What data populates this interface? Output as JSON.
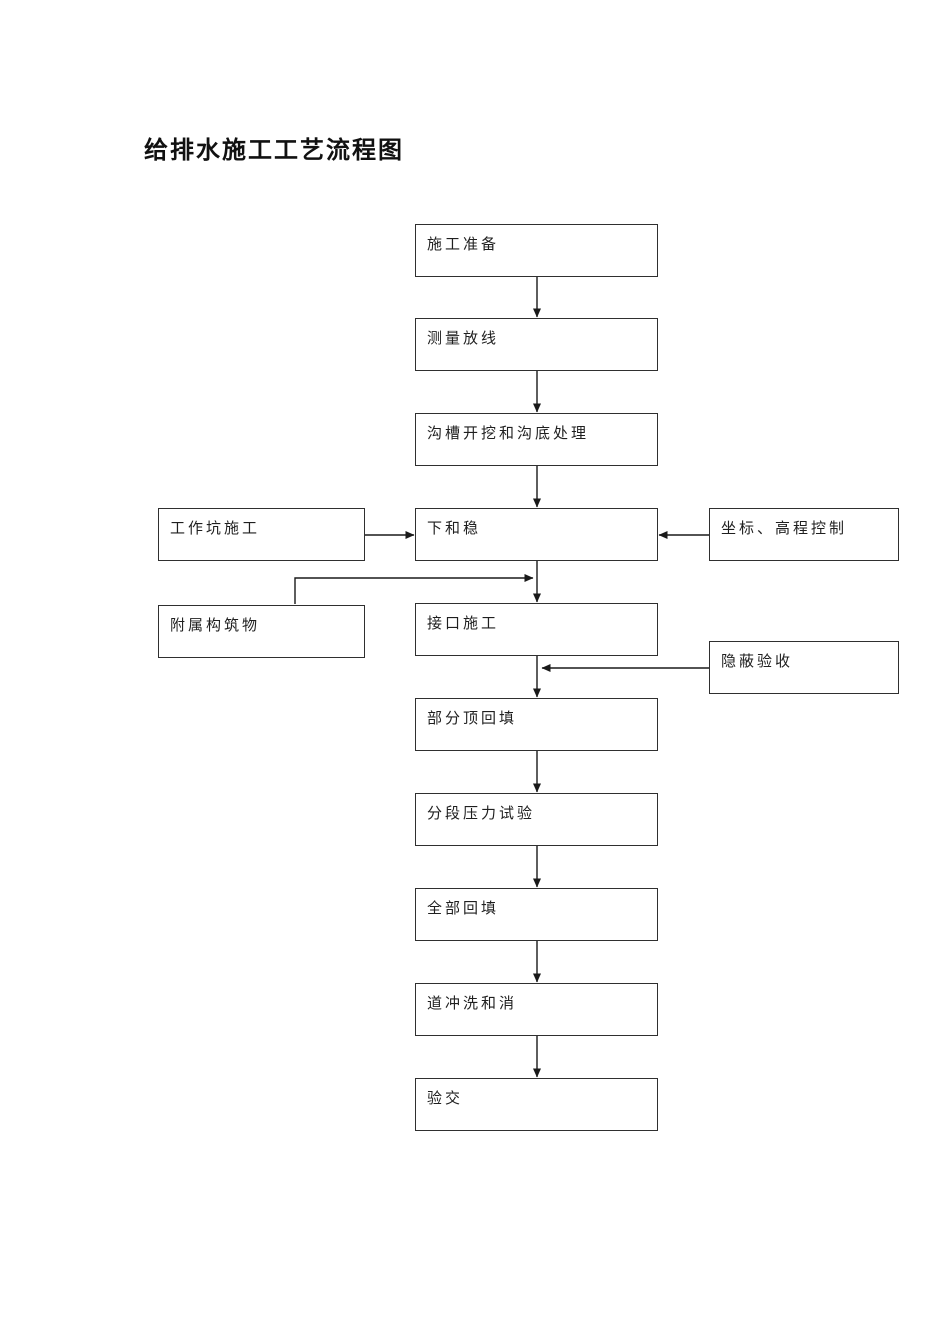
{
  "page": {
    "title": "给排水施工工艺流程图"
  },
  "colors": {
    "ink": "#1a1a1a",
    "background": "#ffffff"
  },
  "flowchart": {
    "main_steps": [
      "施工准备",
      "测量放线",
      "沟槽开挖和沟底处理",
      "下和稳",
      "接口施工",
      "部分顶回填",
      "分段压力试验",
      "全部回填",
      "道冲洗和消",
      "验交"
    ],
    "side_nodes": {
      "work_pit": "工作坑施工",
      "auxiliary": "附属构筑物",
      "coordinate": "坐标、高程控制",
      "hidden_acceptance": "隐蔽验收"
    }
  }
}
